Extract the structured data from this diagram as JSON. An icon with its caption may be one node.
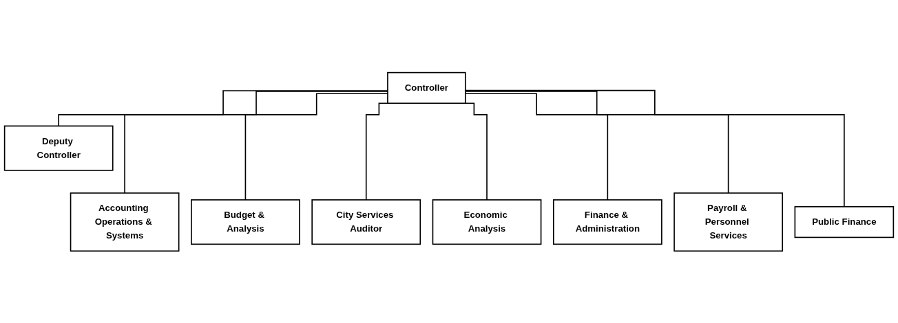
{
  "diagram": {
    "nodes": [
      {
        "text": [
          "Controller"
        ]
      },
      {
        "text": [
          "Deputy Controller"
        ]
      },
      {
        "text": [
          "Accounting Operations & Systems"
        ]
      },
      {
        "text": [
          "Budget & Analysis"
        ]
      },
      {
        "text": [
          "City Services Auditor"
        ]
      },
      {
        "text": [
          "Economic Analysis"
        ]
      },
      {
        "text": [
          "Finance & Administration"
        ]
      },
      {
        "text": [
          "Payroll & Personnel Services"
        ]
      },
      {
        "text": [
          "Public Finance"
        ]
      }
    ],
    "edges": [
      {
        "from": 0,
        "to": 1,
        "arrow": "none"
      },
      {
        "from": 0,
        "to": 2,
        "arrow": "none"
      },
      {
        "from": 0,
        "to": 3,
        "arrow": "none"
      },
      {
        "from": 0,
        "to": 4,
        "arrow": "none"
      },
      {
        "from": 0,
        "to": 5,
        "arrow": "none"
      },
      {
        "from": 0,
        "to": 6,
        "arrow": "none"
      },
      {
        "from": 0,
        "to": 7,
        "arrow": "none"
      },
      {
        "from": 0,
        "to": 8,
        "arrow": "none"
      }
    ]
  }
}
